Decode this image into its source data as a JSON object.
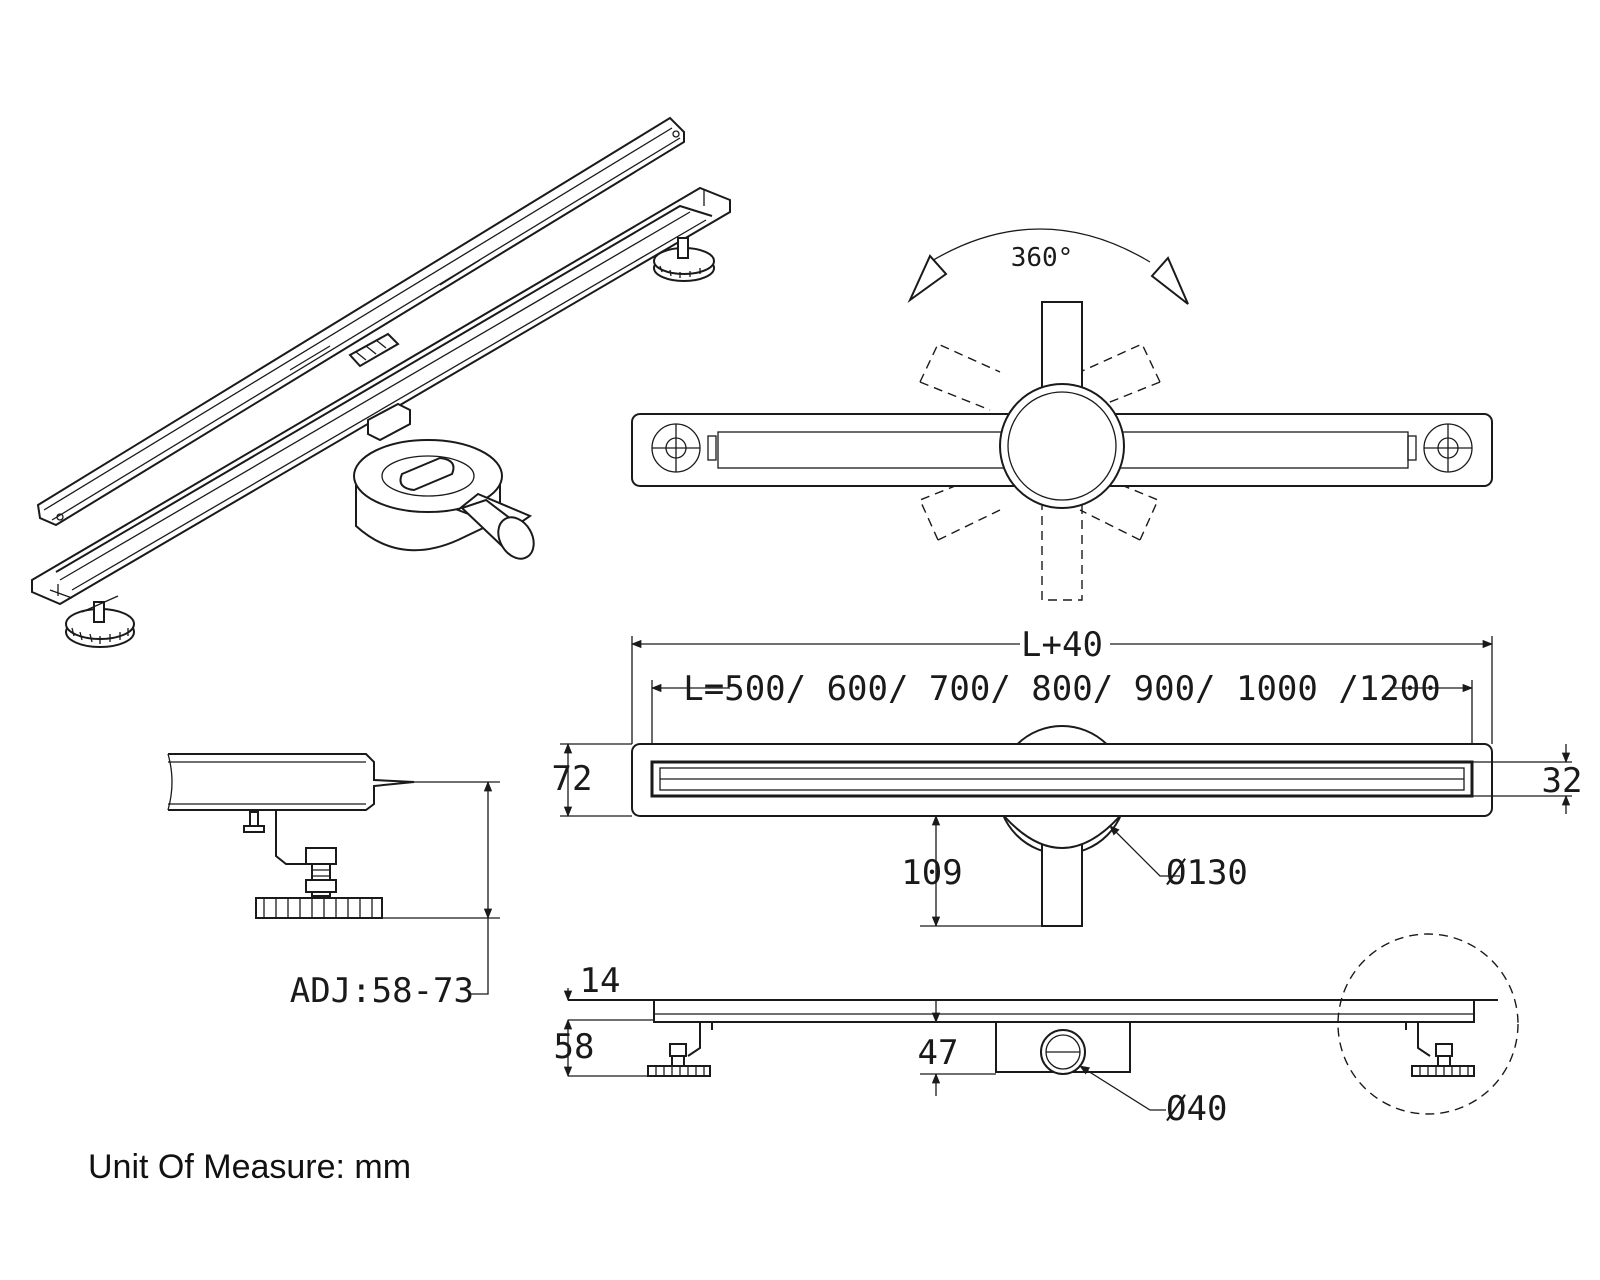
{
  "labels": {
    "rotation": "360°",
    "overall_length": "L+40",
    "lengths": "L=500/ 600/ 700/ 800/ 900/ 1000 /1200",
    "width_outer": "72",
    "width_inner": "32",
    "outlet_length": "109",
    "body_diameter": "Ø130",
    "adjust_range": "ADJ:58-73",
    "frame_height": "14",
    "min_height": "58",
    "outlet_height": "47",
    "pipe_diameter": "Ø40",
    "unit": "Unit Of Measure: mm"
  }
}
